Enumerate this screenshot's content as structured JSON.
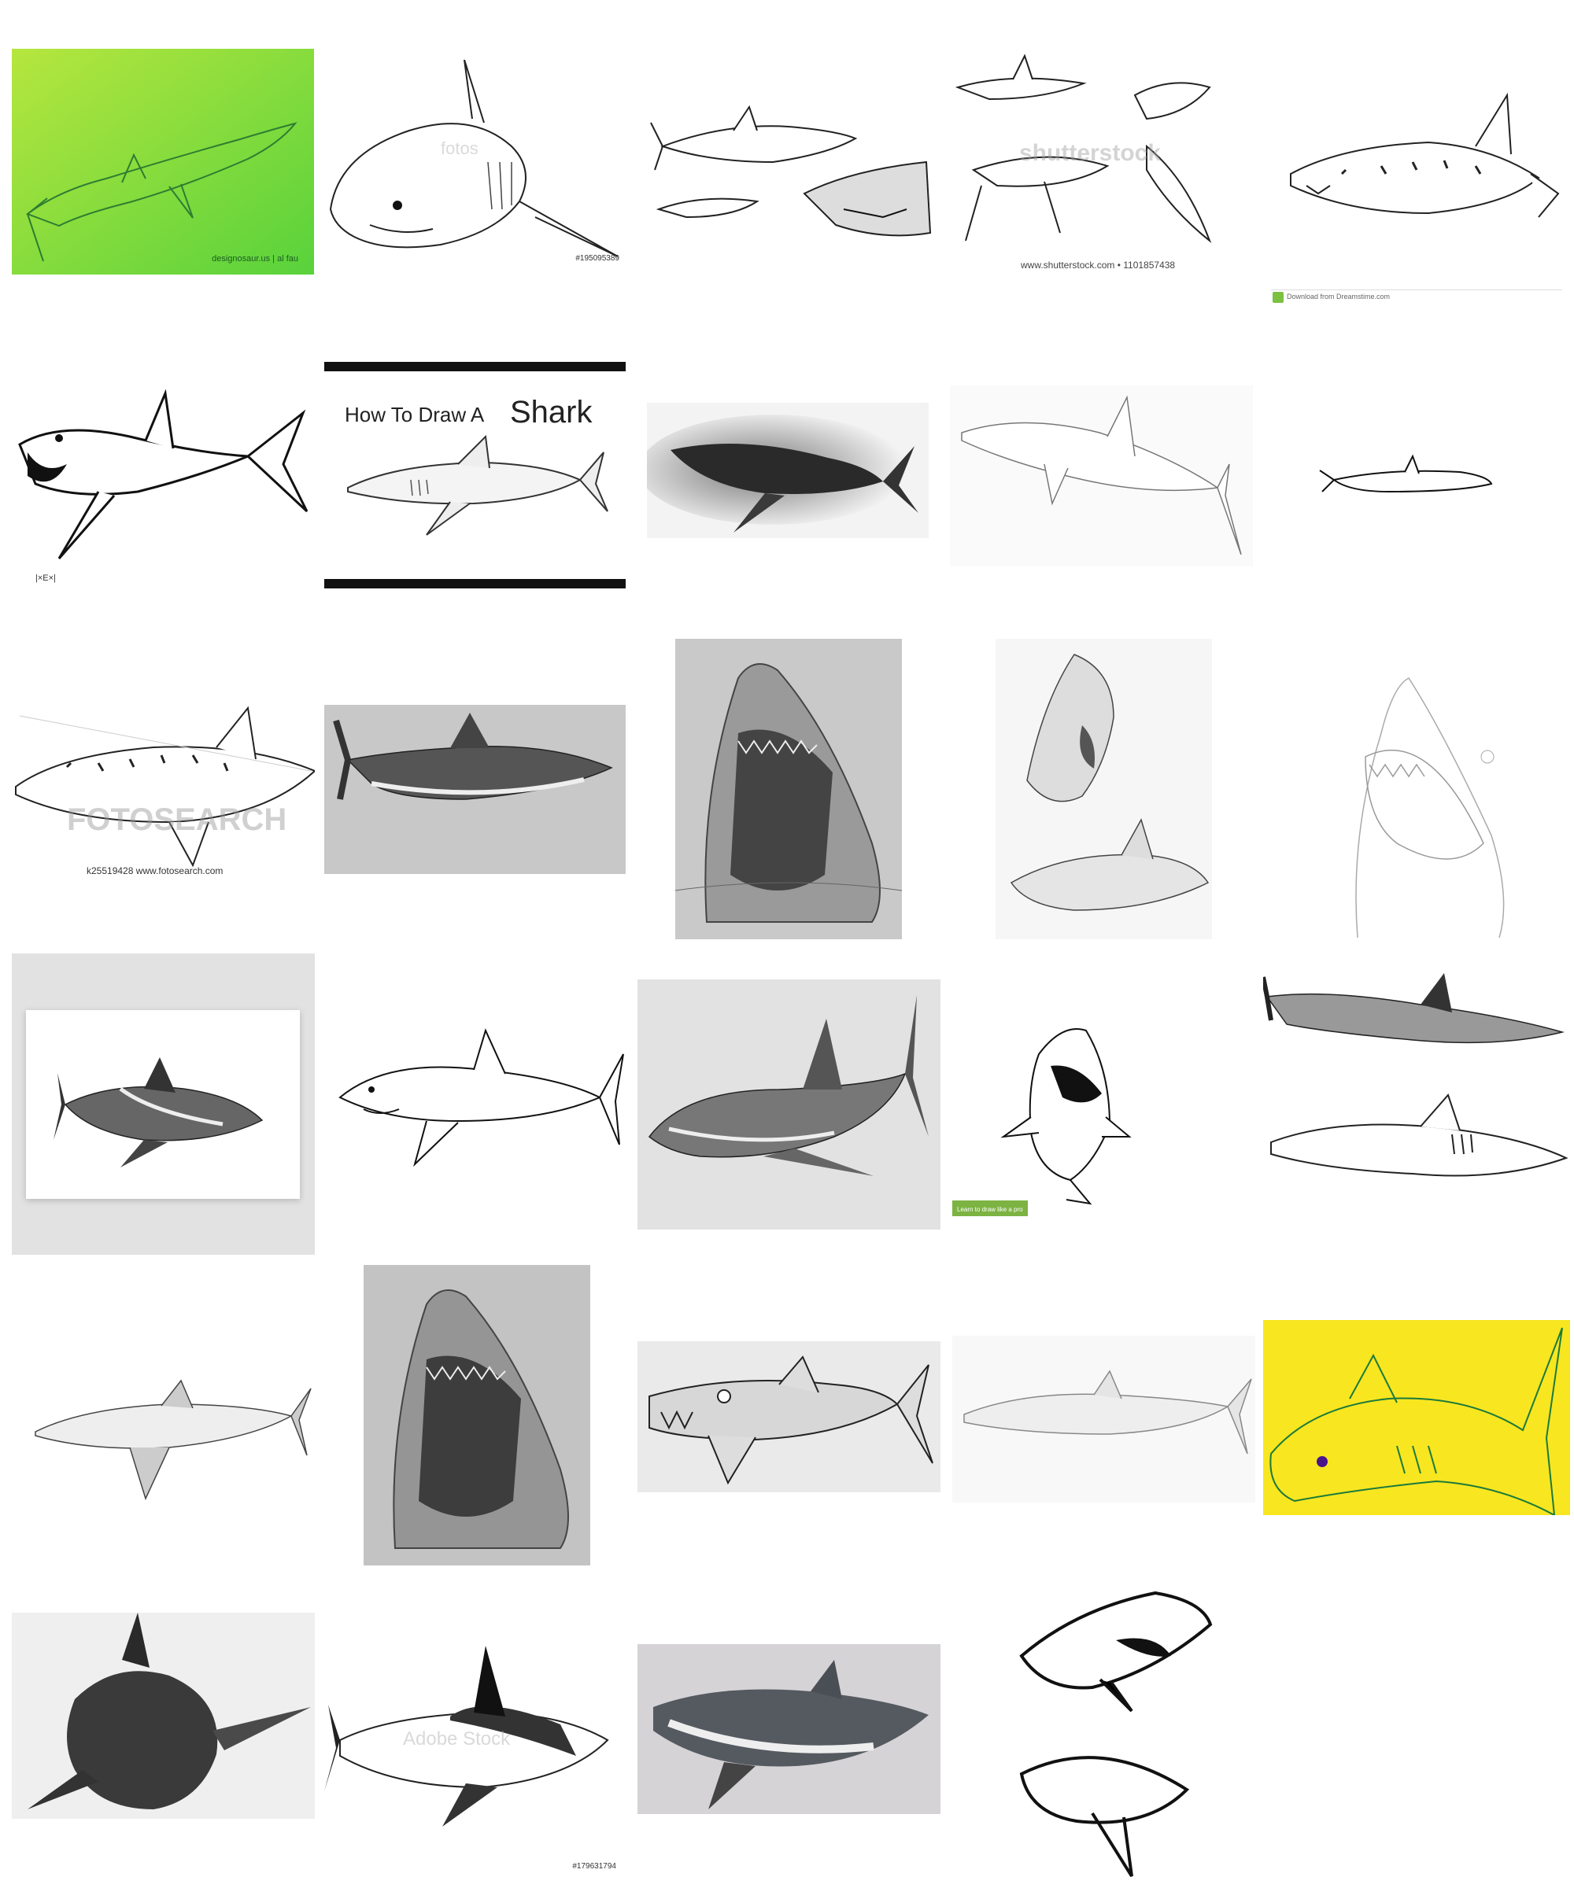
{
  "grid": {
    "rows": 6,
    "cols": 5,
    "background": "#ffffff"
  },
  "thumbnails": {
    "t1": {
      "caption": "designosaur.us  |  al fau",
      "bg": "#8fe040"
    },
    "t2": {
      "watermark": "fotos",
      "id": "#195095389"
    },
    "t4": {
      "watermark": "shutterstock",
      "footer": "www.shutterstock.com • 1101857438"
    },
    "t5": {
      "banner": "Download from Dreamstime.com"
    },
    "t6": {
      "mark": "|×E×|"
    },
    "t7": {
      "title_prefix": "How To Draw A",
      "title_main": "Shark"
    },
    "t11": {
      "watermark": "FOTOSEARCH",
      "footer": "k25519428  www.fotosearch.com"
    },
    "t19": {
      "badge": "Learn to draw like a pro"
    },
    "t25": {
      "bg": "#f7e620"
    },
    "t27": {
      "watermark": "Adobe Stock",
      "id": "#179631794"
    }
  },
  "colors": {
    "line": "#222222",
    "pencil": "#555555",
    "green_line": "#2e7d32",
    "yellow_line": "#1b7a3a"
  }
}
